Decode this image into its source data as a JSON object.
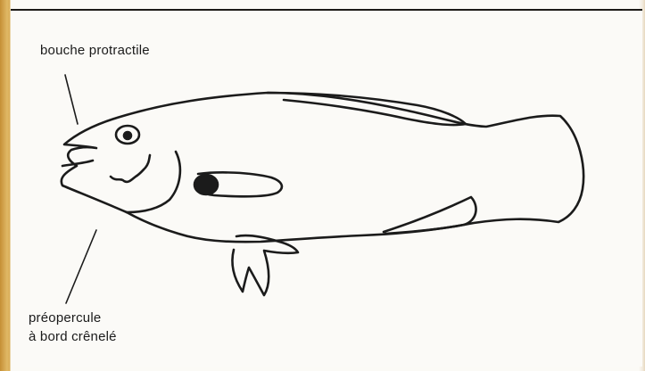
{
  "labels": {
    "mouth": "bouche protractile",
    "preopercle_line1": "préopercule",
    "preopercle_line2": "à bord crênelé"
  },
  "colors": {
    "ink": "#1b1b1b",
    "paper": "#fbfaf7",
    "border": "#d9a94a"
  }
}
